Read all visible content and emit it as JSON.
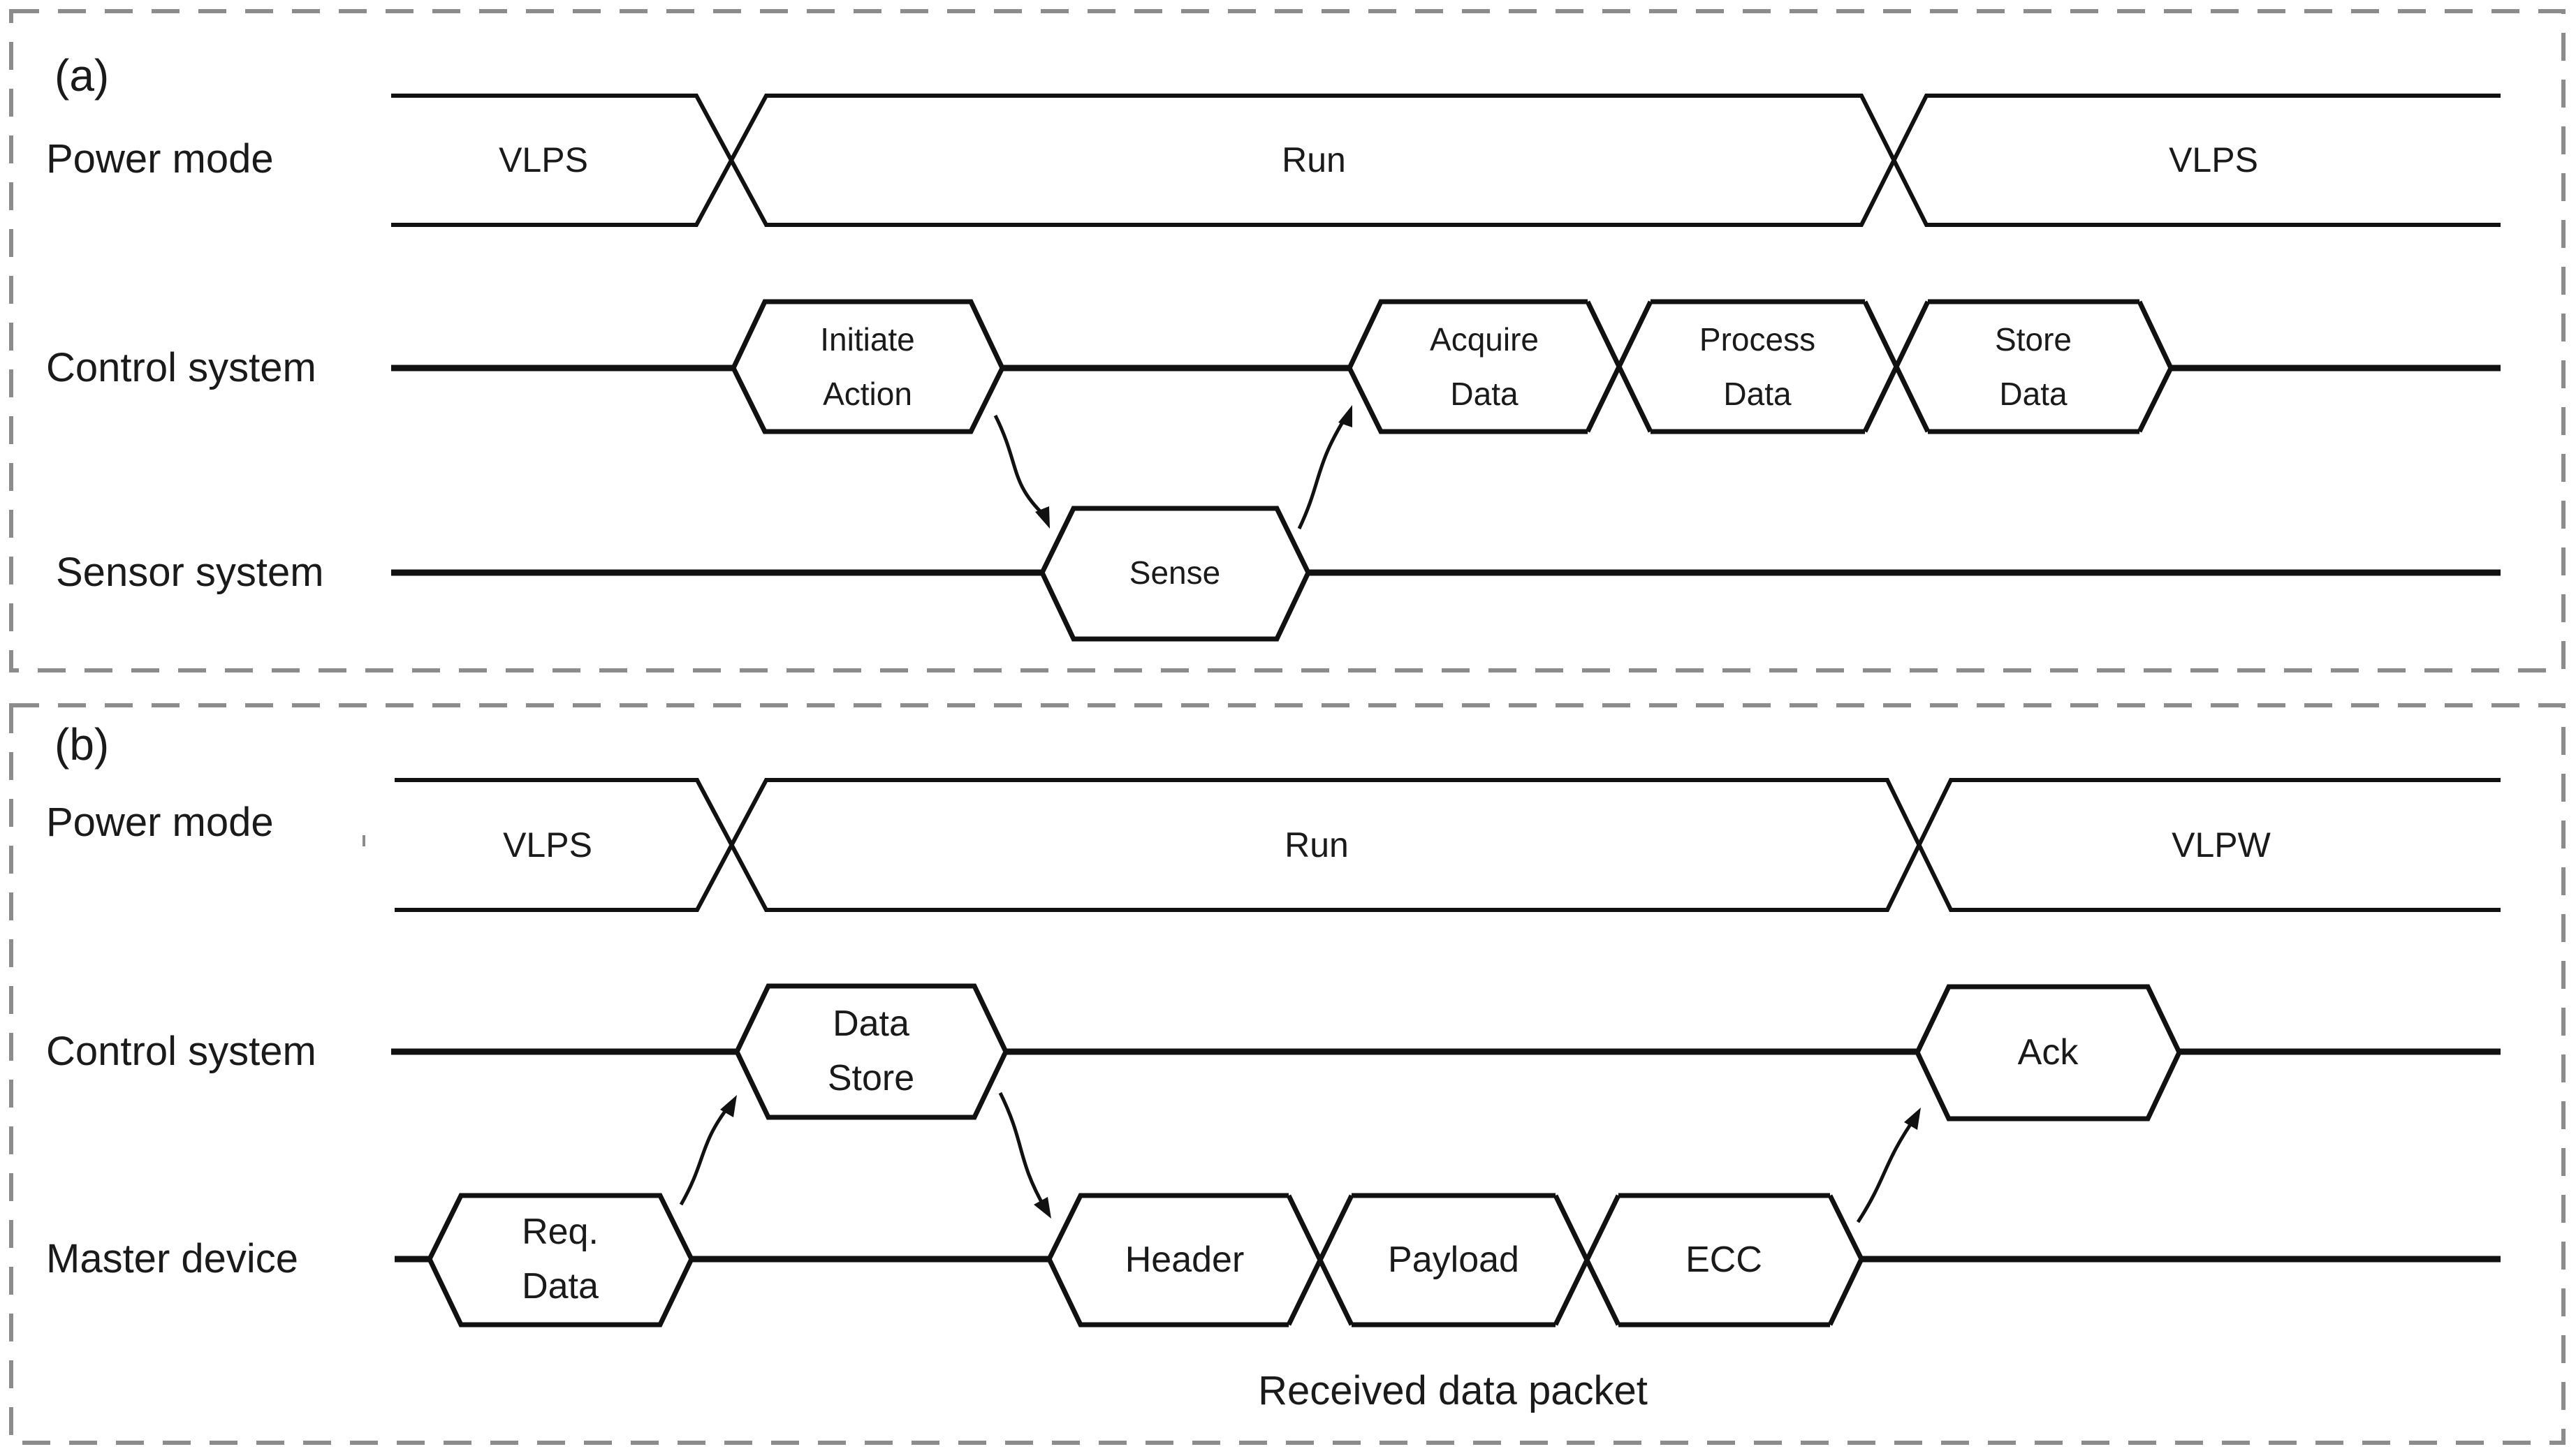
{
  "panel_a": {
    "tag": "(a)",
    "rows": {
      "power": "Power mode",
      "control": "Control system",
      "sensor": "Sensor system"
    },
    "bus": {
      "seg1": "VLPS",
      "seg2": "Run",
      "seg3": "VLPS"
    },
    "control_states": {
      "initiate": "Initiate\nAction",
      "acquire": "Acquire\nData",
      "process": "Process\nData",
      "store": "Store\nData"
    },
    "sensor_states": {
      "sense": "Sense"
    }
  },
  "panel_b": {
    "tag": "(b)",
    "rows": {
      "power": "Power mode",
      "control": "Control system",
      "master": "Master device"
    },
    "bus": {
      "seg1": "VLPS",
      "seg2": "Run",
      "seg3": "VLPW"
    },
    "control_states": {
      "data_store": "Data\nStore",
      "ack": "Ack"
    },
    "master_states": {
      "req_data": "Req.\nData",
      "header": "Header",
      "payload": "Payload",
      "ecc": "ECC"
    },
    "caption": "Received data packet"
  },
  "colors": {
    "line": "#111111",
    "text": "#1a1a1a",
    "border": "#8c8c8c",
    "background": "#ffffff"
  }
}
